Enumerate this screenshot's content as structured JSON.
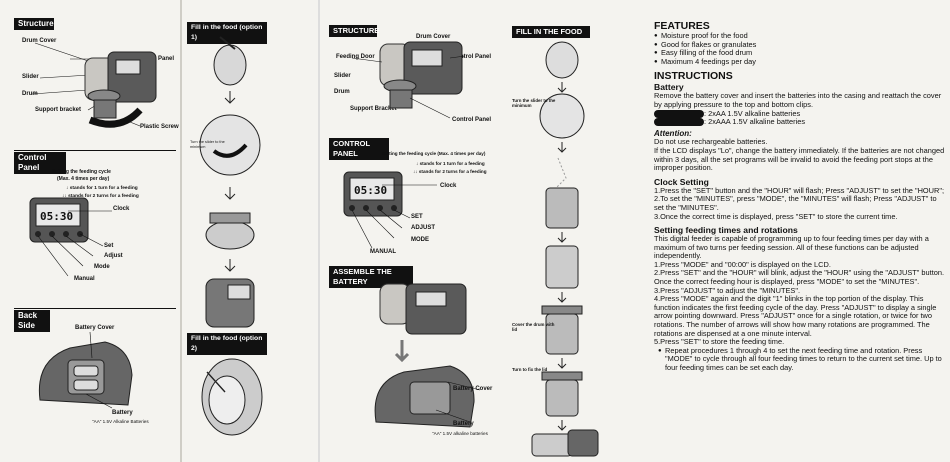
{
  "panel1": {
    "structure": {
      "header": "Structure",
      "drum_cover": "Drum Cover",
      "control_panel": "Control Panel",
      "slider": "Slider",
      "drum": "Drum",
      "support_bracket": "Support bracket",
      "plastic_screw": "Plastic Screw"
    },
    "control_panel": {
      "header": "Control Panel",
      "cycle_title": "Setting the feeding cycle",
      "cycle_sub": "(Max. 4 times per day)",
      "one_arrow": "↓ stands for 1 turn for a feeding",
      "two_arrows": "↓↓ stands for 2 turns for a feeding",
      "clock": "Clock",
      "lcd": "05:30",
      "set": "Set",
      "adjust": "Adjust",
      "mode": "Mode",
      "manual": "Manual"
    },
    "back_side": {
      "header": "Back Side",
      "battery_cover": "Battery Cover",
      "battery": "Battery",
      "battery_spec": "\"AA\" 1.5V Alkaline Batteries"
    }
  },
  "panel2": {
    "option1_header": "Fill in the food (option 1)",
    "turn_slider": "Turn the slider to the minimum",
    "option2_header": "Fill in the food (option 2)"
  },
  "panel3": {
    "structure": {
      "header": "STRUCTURE",
      "drum_cover": "Drum Cover",
      "feeding_door": "Feeding Door",
      "control_panel": "Control Panel",
      "slider": "Slider",
      "drum": "Drum",
      "support_bracket": "Support Bracket",
      "control_panel2": "Control Panel"
    },
    "control_panel": {
      "header": "CONTROL PANEL",
      "cycle": "Setting the feeding cycle (Max. 4 times per day)",
      "one_arrow": "↓ stands for 1 turn for a feeding",
      "two_arrows": "↓↓ stands for 2 turns for a feeding",
      "clock": "Clock",
      "lcd": "05:30",
      "set": "SET",
      "adjust": "ADJUST",
      "mode": "MODE",
      "manual": "MANUAL"
    },
    "battery": {
      "header": "ASSEMBLE THE BATTERY",
      "battery_cover": "Battery Cover",
      "battery": "Battery",
      "battery_spec": "\"AA\" 1.5V alkaline batteries"
    }
  },
  "panel4": {
    "header": "FILL IN THE FOOD",
    "turn_slider": "Turn the slider to the minimum",
    "cover_drum": "Cover the drum with lid",
    "turn_fix": "Turn to fix the lid"
  },
  "text": {
    "features_title": "FEATURES",
    "features": [
      "Moisture proof for the food",
      "Good for flakes or granulates",
      "Easy filling of the food drum",
      "Maximum 4 feedings per day"
    ],
    "instructions_title": "INSTRUCTIONS",
    "battery_title": "Battery",
    "battery_text": "Remove the battery cover and insert  the batteries into the casing and reattach the cover by applying pressure to the top and  bottom clips.",
    "battery_line1": ": 2xAA 1.5V alkaline batteries",
    "battery_line2": ": 2xAAA 1.5V alkaline batteries",
    "attention": "Attention:",
    "attention_1": "Do not use rechargeable batteries.",
    "attention_2": "If the LCD displays \"Lo\", change the battery immediately. If the batteries are not changed within 3 days, all the set programs will be invalid to avoid the feeding port stops at the improper position.",
    "clock_title": "Clock Setting",
    "clock_steps": [
      "1.Press the \"SET\" button and the \"HOUR\" will flash; Press \"ADJUST\" to set the \"HOUR\";",
      "2.To set the \"MINUTES\", press \"MODE\", the \"MINUTES\" will flash; Press \"ADJUST\" to set the \"MINUTES\".",
      "3.Once the correct time is displayed, press \"SET\" to store the current time."
    ],
    "feeding_title": "Setting feeding times and rotations",
    "feeding_intro": "This digital feeder is capable of programming up to four feeding times per day with a maximum of two turns per feeding session. All of these functions can be adjusted independently.",
    "feeding_steps": [
      "1.Press \"MODE\" and \"00:00\" is displayed on the LCD.",
      "2.Press \"SET\" and the \"HOUR\" will blink, adjust the \"HOUR\" using the \"ADJUST\" button. Once the correct feeding hour is displayed, press \"MODE\" to set the \"MINUTES\".",
      "3.Press \"ADJUST\" to adjust the \"MINUTES\".",
      "4.Press  \"MODE\" again and the digit \"1\" blinks in the top portion of the display. This function indicates the first feeding cycle of the day. Press \"ADJUST\" to display a single arrow pointing downward. Press \"ADJUST\" once for a single rotation, or twice for two rotations. The number of arrows will show how many rotations are programmed. The rotations are dispensed at a one minute interval.",
      "5.Press \"SET\" to store the feeding time."
    ],
    "feeding_bullet": "Repeat procedures 1 through 4 to set the next feeding time and rotation. Press \"MODE\" to cycle through all four feeding times to return to the current set time. Up to four feeding times can be set each day."
  }
}
